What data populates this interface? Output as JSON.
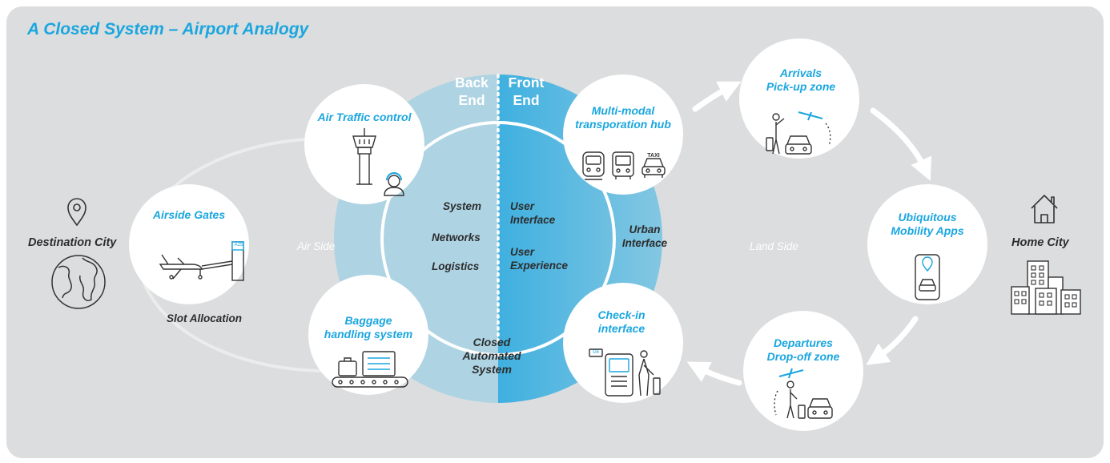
{
  "title": "A Closed System – Airport Analogy",
  "back_end": {
    "line1": "Back",
    "line2": "End"
  },
  "front_end": {
    "line1": "Front",
    "line2": "End"
  },
  "core_left": [
    "System",
    "Networks",
    "Logistics"
  ],
  "core_right": {
    "ui1": "User",
    "ui2": "Interface",
    "ux1": "User",
    "ux2": "Experience"
  },
  "closed": {
    "line1": "Closed",
    "line2": "Automated",
    "line3": "System"
  },
  "air_side": "Air Side",
  "land_side": "Land Side",
  "urban": {
    "line1": "Urban",
    "line2": "Interface"
  },
  "slot_allocation": "Slot Allocation",
  "destination_city": "Destination City",
  "home_city": "Home City",
  "circles": {
    "atc": "Air Traffic control",
    "gates": "Airside Gates",
    "baggage": {
      "line1": "Baggage",
      "line2": "handling system"
    },
    "hub": {
      "line1": "Multi-modal",
      "line2": "transporation hub"
    },
    "checkin": {
      "line1": "Check-in",
      "line2": "interface"
    },
    "arrivals": {
      "line1": "Arrivals",
      "line2": "Pick-up zone"
    },
    "apps": {
      "line1": "Ubiquitous",
      "line2": "Mobility Apps"
    },
    "departures": {
      "line1": "Departures",
      "line2": "Drop-off zone"
    }
  },
  "icon_labels": {
    "gate_sign": "A25",
    "taxi": "TAXI",
    "checkin_sign": "G6"
  },
  "colors": {
    "accent": "#1aa6df",
    "panel": "#dcddde",
    "core_back": "#aed3e3",
    "core_front": "#5ab8df",
    "text": "#2d2d2d"
  },
  "icons": [
    "location-pin-icon",
    "globe-icon",
    "home-icon",
    "city-buildings-icon",
    "control-tower-icon",
    "controller-headset-icon",
    "airplane-jetbridge-icon",
    "baggage-conveyor-icon",
    "train-icon",
    "bus-icon",
    "taxi-icon",
    "traveler-car-plane-icon",
    "smartphone-car-icon",
    "check-in-kiosk-icon"
  ]
}
